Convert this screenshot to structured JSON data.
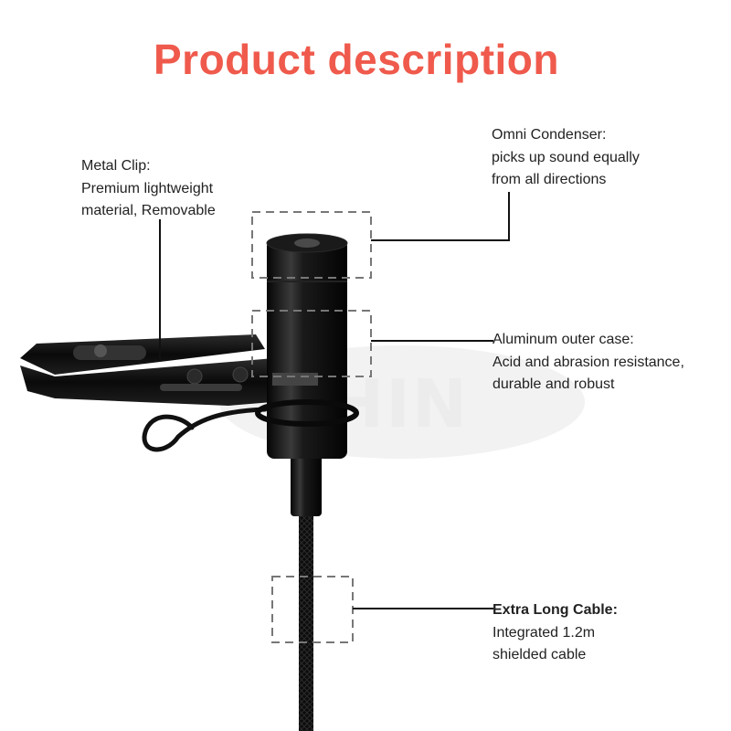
{
  "title": "Product description",
  "watermark": "CHIN",
  "labels": {
    "clip": {
      "lines": [
        "Metal Clip:",
        "Premium lightweight",
        "material, Removable"
      ]
    },
    "condenser": {
      "lines": [
        "Omni Condenser:",
        "picks up sound equally",
        "from all directions"
      ]
    },
    "case": {
      "lines": [
        "Aluminum outer case:",
        "Acid and abrasion resistance,",
        "durable and robust"
      ]
    },
    "cable": {
      "heading": "Extra Long Cable:",
      "lines": [
        "Integrated 1.2m",
        "shielded cable"
      ]
    }
  },
  "colors": {
    "title": "#ef5a4c",
    "text": "#222222",
    "callout_line": "#111111",
    "dashed_box": "#777777",
    "product": "#0d0d0d",
    "watermark": "#ececec"
  }
}
